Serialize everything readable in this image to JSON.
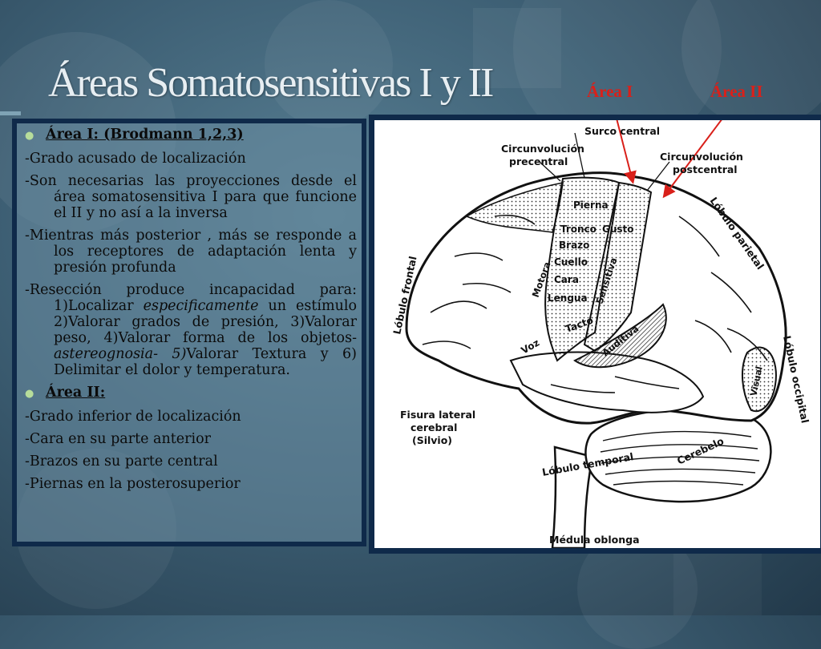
{
  "slide": {
    "title": "Áreas Somatosensitivas I y II",
    "area_labels": [
      "Área I",
      "Área II"
    ],
    "colors": {
      "accent_red": "#d9201a",
      "panel_border": "#0f2a4a",
      "bullet_green": "#b7dd9b"
    }
  },
  "text_panel": {
    "area1_heading": "Área I: (Brodmann 1,2,3)",
    "area1_items": {
      "p1": "-Grado acusado de localización",
      "p2": "-Son necesarias las proyecciones desde el área somatosensitiva I para que funcione el II y no así a la inversa",
      "p3": "-Mientras más posterior , más se responde a los receptores de adaptación lenta y presión profunda",
      "p4_a": "-Resección produce incapacidad para: 1)Localizar ",
      "p4_em1": "especificamente",
      "p4_b": " un estímulo 2)Valorar grados de presión, 3)Valorar peso, 4)Valorar forma de los objetos-",
      "p4_em2": "astereognosia- 5)",
      "p4_c": "Valorar Textura y 6) Delimitar el dolor y temperatura."
    },
    "area2_heading": "Área II:",
    "area2_items": [
      "-Grado inferior de localización",
      "-Cara en su parte anterior",
      "-Brazos en su parte central",
      "-Piernas en la posterosuperior"
    ]
  },
  "diagram": {
    "labels": {
      "surco_central": "Surco central",
      "circ_precentral": [
        "Circunvolución",
        "precentral"
      ],
      "circ_postcentral": [
        "Circunvolución",
        "postcentral"
      ],
      "lobulo_frontal": "Lóbulo frontal",
      "lobulo_parietal": "Lóbulo parietal",
      "lobulo_occipital": "Lóbulo occipital",
      "lobulo_temporal": "Lóbulo temporal",
      "fisura_lateral": [
        "Fisura lateral",
        "cerebral",
        "(Silvio)"
      ],
      "medula": "Médula oblonga",
      "cerebelo": "Cerebelo",
      "pierna": "Pierna",
      "tronco": "Tronco",
      "brazo": "Brazo",
      "cuello": "Cuello",
      "cara": "Cara",
      "lengua": "Lengua",
      "gusto": "Gusto",
      "motora": "Motora",
      "sensitiva": "Sensitiva",
      "tacto": "Tacto",
      "voz": "Voz",
      "auditiva": "Auditiva",
      "visual": "Visual"
    }
  }
}
